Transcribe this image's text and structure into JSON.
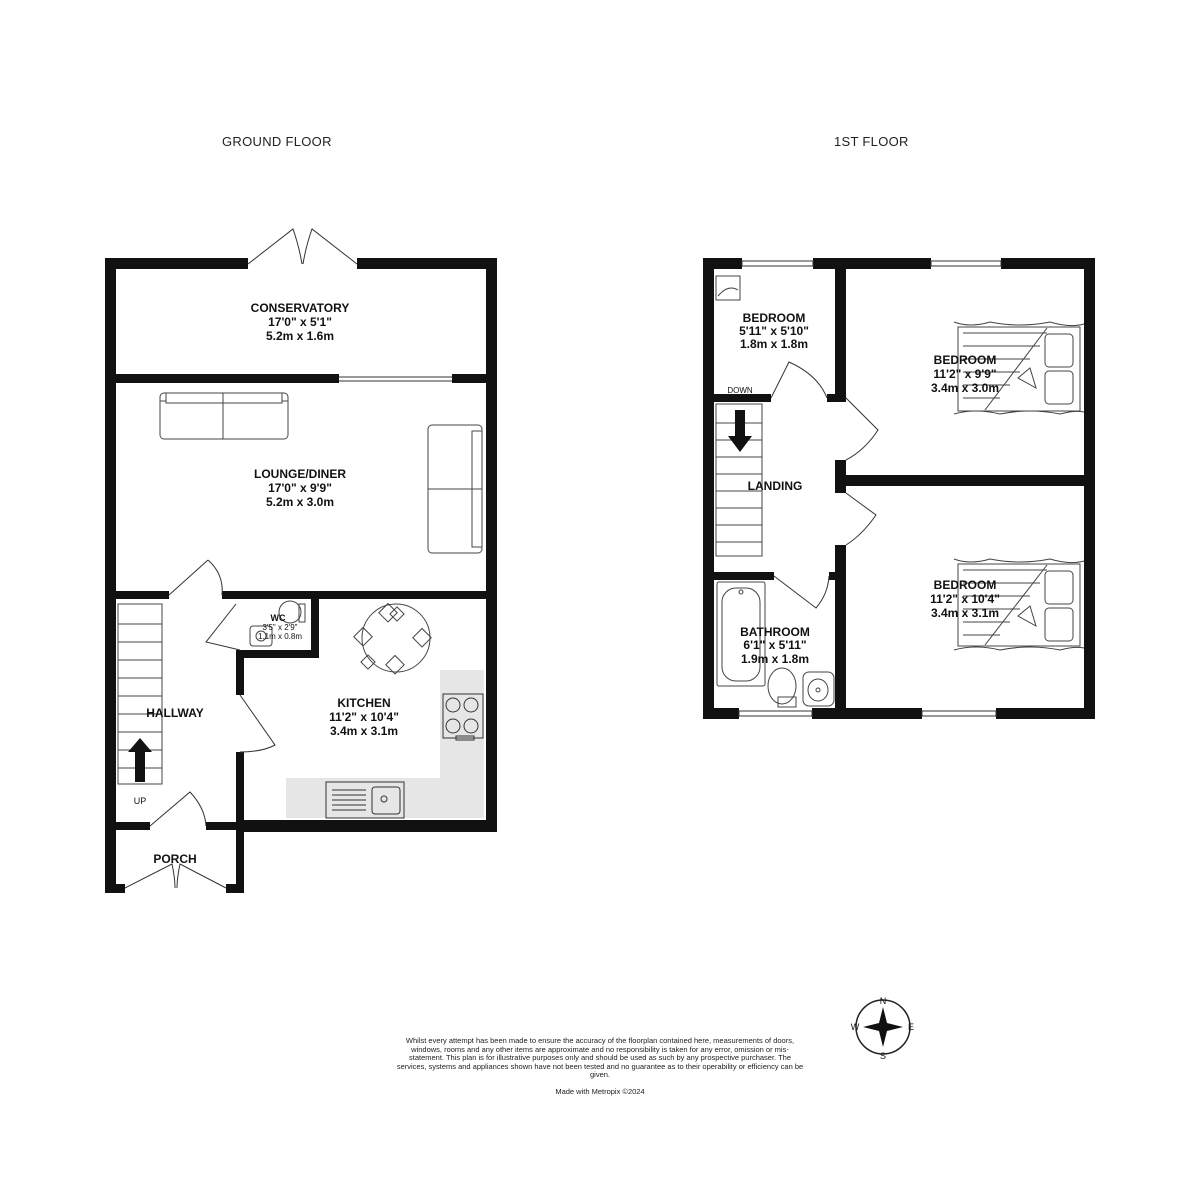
{
  "floors": {
    "ground": {
      "title": "GROUND FLOOR",
      "rooms": {
        "conservatory": {
          "name": "CONSERVATORY",
          "imperial": "17'0\"  x 5'1\"",
          "metric": "5.2m  x 1.6m"
        },
        "lounge": {
          "name": "LOUNGE/DINER",
          "imperial": "17'0\"  x 9'9\"",
          "metric": "5.2m  x 3.0m"
        },
        "wc": {
          "name": "WC",
          "imperial": "3'5\"  x 2'9\"",
          "metric": "1.1m  x 0.8m"
        },
        "kitchen": {
          "name": "KITCHEN",
          "imperial": "11'2\"  x 10'4\"",
          "metric": "3.4m  x 3.1m"
        },
        "hallway": {
          "name": "HALLWAY"
        },
        "porch": {
          "name": "PORCH"
        }
      },
      "stair_label": "UP"
    },
    "first": {
      "title": "1ST FLOOR",
      "rooms": {
        "bedroom_small": {
          "name": "BEDROOM",
          "imperial": "5'11\"  x 5'10\"",
          "metric": "1.8m  x 1.8m"
        },
        "bedroom_top": {
          "name": "BEDROOM",
          "imperial": "11'2\"  x 9'9\"",
          "metric": "3.4m  x 3.0m"
        },
        "bedroom_bottom": {
          "name": "BEDROOM",
          "imperial": "11'2\"  x 10'4\"",
          "metric": "3.4m  x 3.1m"
        },
        "landing": {
          "name": "LANDING"
        },
        "bathroom": {
          "name": "BATHROOM",
          "imperial": "6'1\"  x 5'11\"",
          "metric": "1.9m  x 1.8m"
        }
      },
      "stair_label": "DOWN"
    }
  },
  "compass": {
    "n": "N",
    "e": "E",
    "s": "S",
    "w": "W"
  },
  "disclaimer": "Whilst every attempt has been made to ensure the accuracy of the floorplan contained here, measurements of doors, windows, rooms and any other items are approximate and no responsibility is taken for any error, omission or mis-statement. This plan is for illustrative purposes only and should be used as such by any prospective purchaser. The services, systems and appliances shown have not been tested and no guarantee as to their operability or efficiency can be given.",
  "credit": "Made with Metropix ©2024",
  "colors": {
    "wall": "#111111",
    "worktop": "#e6e6e6",
    "fixture": "#555555"
  }
}
